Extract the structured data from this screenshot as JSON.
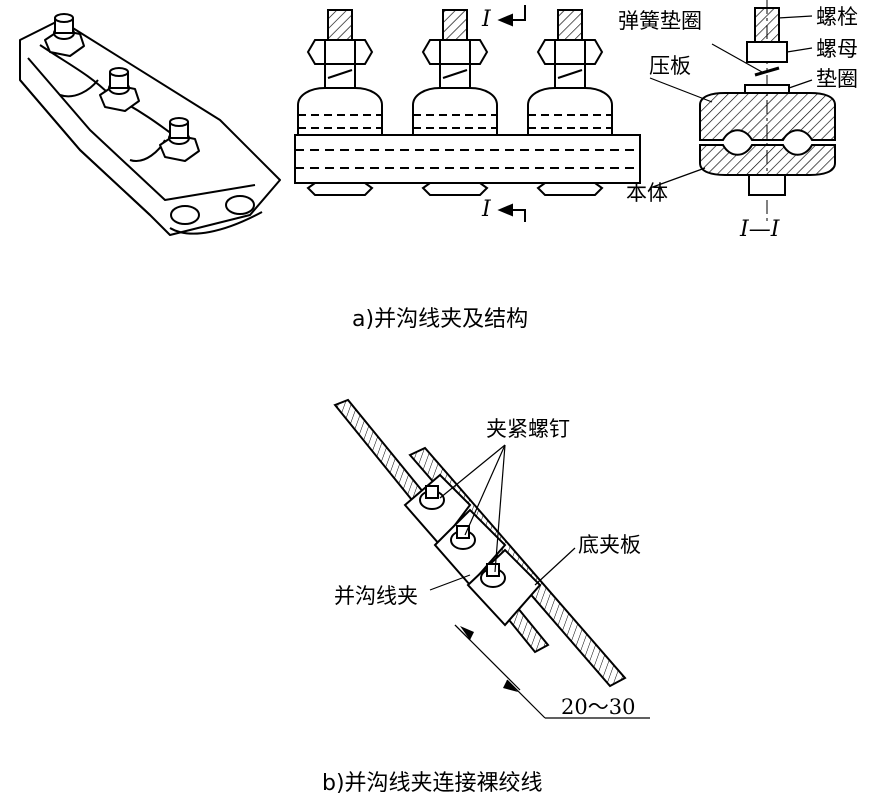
{
  "part_a": {
    "caption": "a)并沟线夹及结构",
    "section_marks": [
      "I",
      "I"
    ],
    "section_caption": "I—I",
    "labels": {
      "spring_washer": "弹簧垫圈",
      "bolt": "螺栓",
      "nut": "螺母",
      "pressure_plate": "压板",
      "washer": "垫圈",
      "body": "本体"
    }
  },
  "part_b": {
    "caption": "b)并沟线夹连接裸绞线",
    "labels": {
      "clamp_screws": "夹紧螺钉",
      "bottom_plate": "底夹板",
      "clamp": "并沟线夹"
    },
    "dimension": "20～30"
  },
  "colors": {
    "ink": "#000000",
    "paper": "#ffffff"
  }
}
